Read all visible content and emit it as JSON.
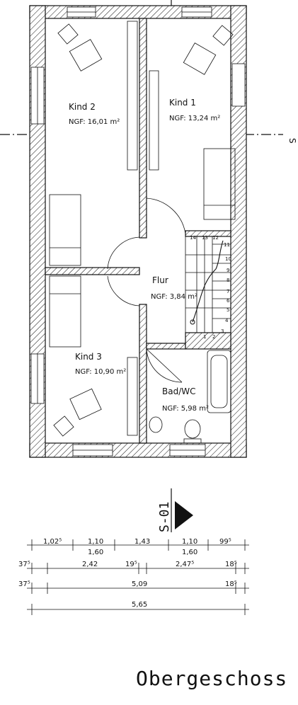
{
  "title": "Obergeschoss",
  "section_marker": "S-01",
  "rooms": {
    "kind2": {
      "name": "Kind 2",
      "area": "NGF: 16,01 m²"
    },
    "kind1": {
      "name": "Kind 1",
      "area": "NGF: 13,24 m²"
    },
    "flur": {
      "name": "Flur",
      "area": "NGF: 3,84 m²"
    },
    "kind3": {
      "name": "Kind 3",
      "area": "NGF: 10,90 m²"
    },
    "bad": {
      "name": "Bad/WC",
      "area": "NGF: 5,98 m²"
    }
  },
  "stairs": {
    "steps": [
      "1",
      "2",
      "3",
      "4",
      "5",
      "6",
      "7",
      "8",
      "9",
      "10",
      "11",
      "12",
      "13",
      "14"
    ]
  },
  "dimensions": {
    "row1": [
      "1,02⁵",
      "1,10",
      "1,43",
      "1,10",
      "99⁵"
    ],
    "row1_sub": [
      "1,60",
      "1,60"
    ],
    "row2": [
      "37⁵",
      "2,42",
      "19⁵",
      "2,47⁵",
      "18⁵"
    ],
    "row3": [
      "37⁵",
      "5,09",
      "18⁵"
    ],
    "row4": [
      "5,65"
    ]
  }
}
